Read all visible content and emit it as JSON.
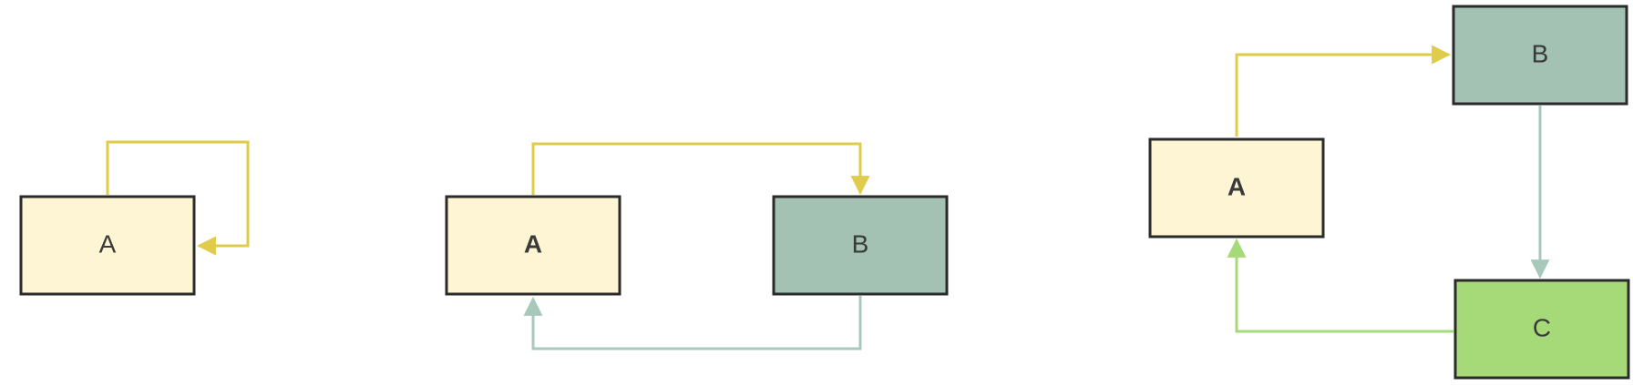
{
  "colors": {
    "a_fill": "#fdf5d3",
    "b_fill": "#a3c2b4",
    "c_fill": "#a6d978",
    "border": "#2b2b2b",
    "edge_from_a": "#e0cc4a",
    "edge_from_b": "#a9c8bc",
    "edge_from_c": "#a6d978"
  },
  "diagrams": [
    {
      "nodes": [
        {
          "label": "A"
        }
      ],
      "edges": [
        {
          "from": "A",
          "to": "A"
        }
      ]
    },
    {
      "nodes": [
        {
          "label": "A"
        },
        {
          "label": "B"
        }
      ],
      "edges": [
        {
          "from": "A",
          "to": "B"
        },
        {
          "from": "B",
          "to": "A"
        }
      ]
    },
    {
      "nodes": [
        {
          "label": "A"
        },
        {
          "label": "B"
        },
        {
          "label": "C"
        }
      ],
      "edges": [
        {
          "from": "A",
          "to": "B"
        },
        {
          "from": "B",
          "to": "C"
        },
        {
          "from": "C",
          "to": "A"
        }
      ]
    }
  ]
}
